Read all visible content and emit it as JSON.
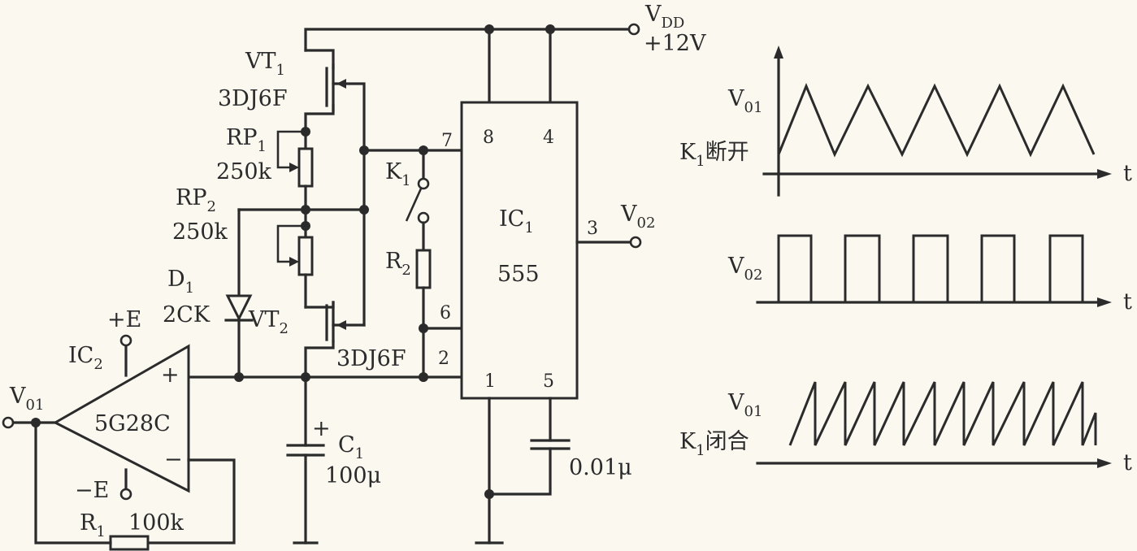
{
  "supply": {
    "name": "V",
    "name_sub": "DD",
    "voltage": "+12V"
  },
  "vt1": {
    "name": "VT",
    "sub": "1",
    "part": "3DJ6F"
  },
  "vt2": {
    "name": "VT",
    "sub": "2",
    "part": "3DJ6F"
  },
  "rp1": {
    "name": "RP",
    "sub": "1",
    "value": "250k"
  },
  "rp2": {
    "name": "RP",
    "sub": "2",
    "value": "250k"
  },
  "d1": {
    "name": "D",
    "sub": "1",
    "part": "2CK"
  },
  "k1": {
    "name": "K",
    "sub": "1"
  },
  "r2": {
    "name": "R",
    "sub": "2"
  },
  "ic1": {
    "name": "IC",
    "sub": "1",
    "part": "555",
    "pins": {
      "p8": "8",
      "p4": "4",
      "p7": "7",
      "p6": "6",
      "p2": "2",
      "p1": "1",
      "p5": "5",
      "p3": "3"
    }
  },
  "vo2": {
    "name": "V",
    "sub": "02"
  },
  "ic2": {
    "name": "IC",
    "sub": "2",
    "part": "5G28C",
    "plus": "+",
    "minus": "−",
    "pos_supply": "+E",
    "neg_supply": "−E"
  },
  "vo1": {
    "name": "V",
    "sub": "01"
  },
  "c1": {
    "name": "C",
    "sub": "1",
    "value": "100μ",
    "polarity": "+"
  },
  "c2": {
    "value": "0.01μ"
  },
  "r1": {
    "name": "R",
    "sub": "1",
    "value": "100k"
  },
  "waves": {
    "top": {
      "signal": "V",
      "signal_sub": "01",
      "note_k": "K",
      "note_sub": "1",
      "note": "断开",
      "axis": "t"
    },
    "middle": {
      "signal": "V",
      "signal_sub": "02",
      "axis": "t"
    },
    "bottom": {
      "signal": "V",
      "signal_sub": "01",
      "note_k": "K",
      "note_sub": "1",
      "note": "闭合",
      "axis": "t"
    }
  }
}
